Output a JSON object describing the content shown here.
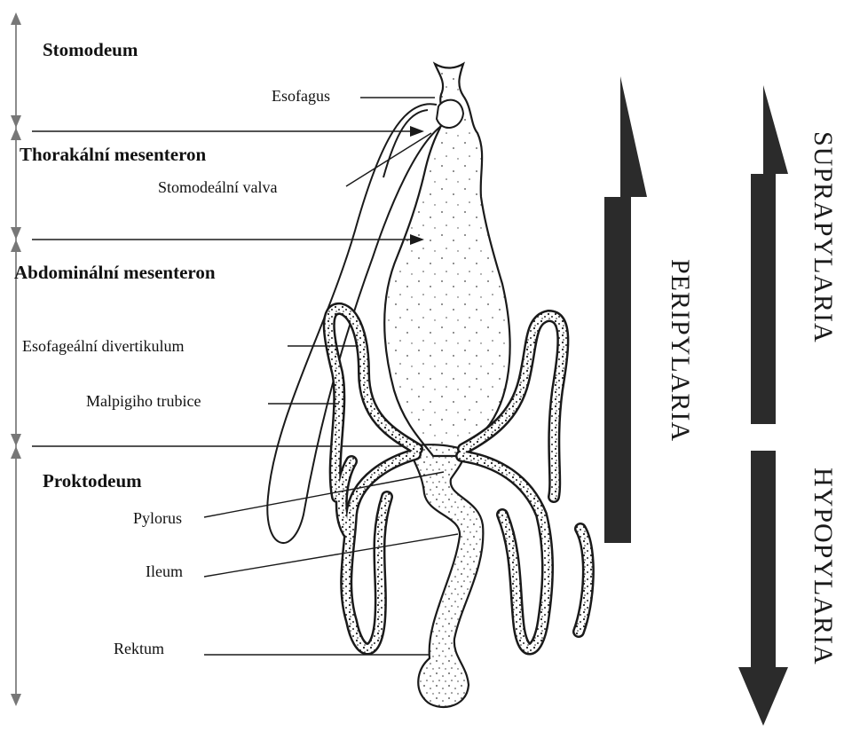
{
  "sections": {
    "stomodeum": "Stomodeum",
    "thoracic": "Thorakální mesenteron",
    "abdominal": "Abdominální  mesenteron",
    "proctodeum": "Proktodeum"
  },
  "labels": {
    "esofagus": "Esofagus",
    "valva": "Stomodeální valva",
    "divertikulum": "Esofageální divertikulum",
    "malpighi": "Malpigiho trubice",
    "pylorus": "Pylorus",
    "ileum": "Ileum",
    "rektum": "Rektum"
  },
  "regions": {
    "peripylaria": "PERIPYLARIA",
    "suprapylaria": "SUPRAPYLARIA",
    "hypopylaria": "HYPOPYLARIA"
  },
  "colors": {
    "ink": "#1a1a1a",
    "arrow_fill": "#2b2b2b",
    "scale_line": "#666666"
  }
}
